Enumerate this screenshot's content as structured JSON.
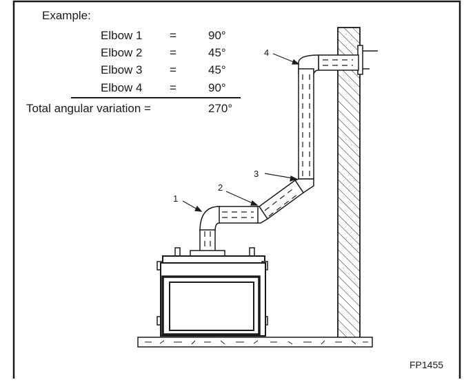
{
  "example": {
    "heading": "Example:",
    "rows": [
      {
        "label": "Elbow 1",
        "eq": "=",
        "value": "90°"
      },
      {
        "label": "Elbow 2",
        "eq": "=",
        "value": "45°"
      },
      {
        "label": "Elbow 3",
        "eq": "=",
        "value": "45°"
      },
      {
        "label": "Elbow 4",
        "eq": "=",
        "value": "90°"
      }
    ],
    "total_label": "Total angular variation =",
    "total_value": "270°"
  },
  "callouts": [
    "1",
    "2",
    "3",
    "4"
  ],
  "figure_id": "FP1455"
}
